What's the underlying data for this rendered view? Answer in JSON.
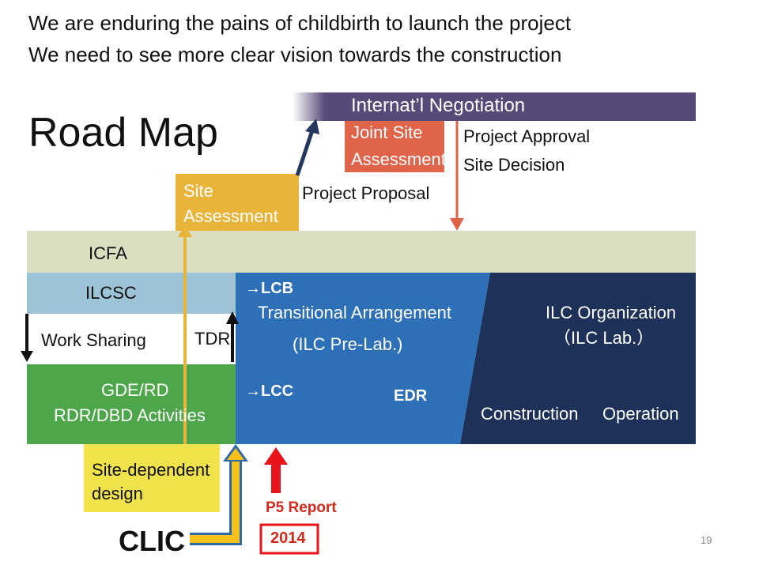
{
  "header": {
    "line1": "We are enduring the pains of childbirth to launch the project",
    "line2": "We need to see more clear vision towards the construction"
  },
  "title": "Road Map",
  "negotiation": {
    "label": "Internat’l Negotiation",
    "joint_site_line1": "Joint Site",
    "joint_site_line2": "Assessment",
    "approval_line1": "Project Approval",
    "approval_line2": "Site  Decision"
  },
  "site_assessment": {
    "line1": "Site",
    "line2": "Assessment"
  },
  "project_proposal": "Project Proposal",
  "bands": {
    "icfa": "ICFA",
    "ilcsc": "ILCSC",
    "work_sharing": "Work Sharing",
    "tdr": "TDR",
    "gde_line1": "GDE/RD",
    "gde_line2": "RDR/DBD Activities"
  },
  "transitional": {
    "lcb": "→LCB",
    "line1": "Transitional Arrangement",
    "line2": "(ILC Pre-Lab.)",
    "lcc": "→LCC",
    "edr": "EDR"
  },
  "organization": {
    "line1": "ILC Organization",
    "line2": "（ILC Lab.）",
    "construction": "Construction",
    "operation": "Operation"
  },
  "site_dependent": {
    "line1": "Site-dependent",
    "line2": "design"
  },
  "clic": "CLIC",
  "p5_report": "P5 Report",
  "year": "2014",
  "page_number": "19",
  "colors": {
    "purple": "#584a78",
    "orange_red": "#e0644a",
    "gold": "#e8b43a",
    "icfa": "#d9dfc0",
    "ilcsc": "#9dc3d6",
    "green": "#4ea64a",
    "blue": "#2e70b8",
    "navy": "#1e3158",
    "yellow": "#f0e24a",
    "red": "#e8141c",
    "arrow_navy": "#23375f"
  }
}
